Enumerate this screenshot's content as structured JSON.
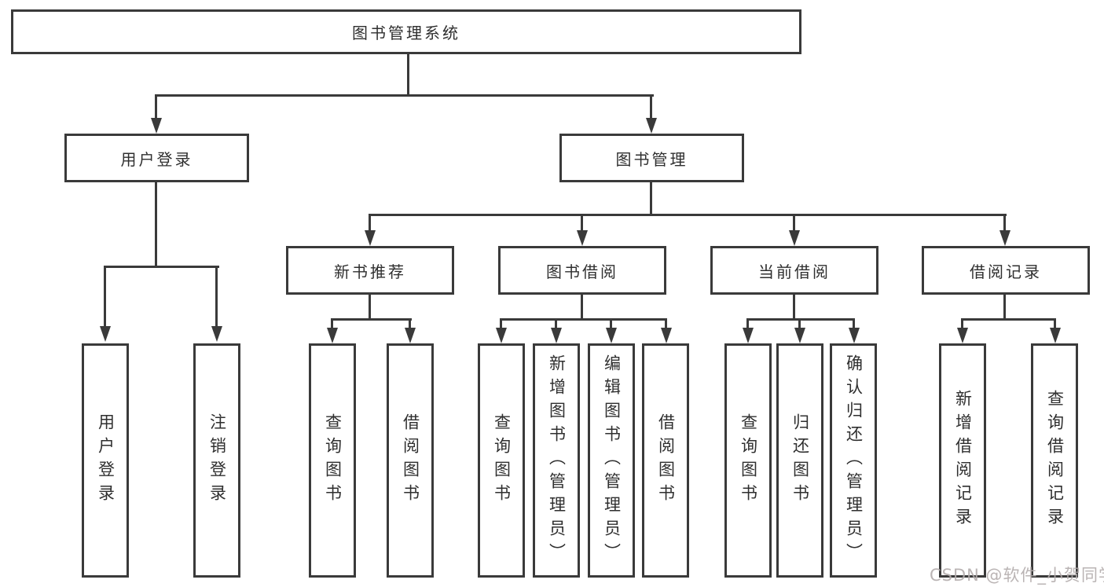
{
  "tree": {
    "label": "图书管理系统",
    "children": [
      {
        "label": "用户登录",
        "children": [
          {
            "label": "用户登录"
          },
          {
            "label": "注销登录"
          }
        ]
      },
      {
        "label": "图书管理",
        "children": [
          {
            "label": "新书推荐",
            "children": [
              {
                "label": "查询图书"
              },
              {
                "label": "借阅图书"
              }
            ]
          },
          {
            "label": "图书借阅",
            "children": [
              {
                "label": "查询图书"
              },
              {
                "label": "新增图书（管理员）"
              },
              {
                "label": "编辑图书（管理员）"
              },
              {
                "label": "借阅图书"
              }
            ]
          },
          {
            "label": "当前借阅",
            "children": [
              {
                "label": "查询图书"
              },
              {
                "label": "归还图书"
              },
              {
                "label": "确认归还（管理员）"
              }
            ]
          },
          {
            "label": "借阅记录",
            "children": [
              {
                "label": "新增借阅记录"
              },
              {
                "label": "查询借阅记录"
              }
            ]
          }
        ]
      }
    ]
  },
  "watermark": {
    "text": "CSDN @软件_小贺同学"
  },
  "colors": {
    "line": "#3a3a3a",
    "box_border": "#3a3a3a",
    "text": "#2f2f2f",
    "background": "#ffffff",
    "watermark": "#b2acac"
  }
}
